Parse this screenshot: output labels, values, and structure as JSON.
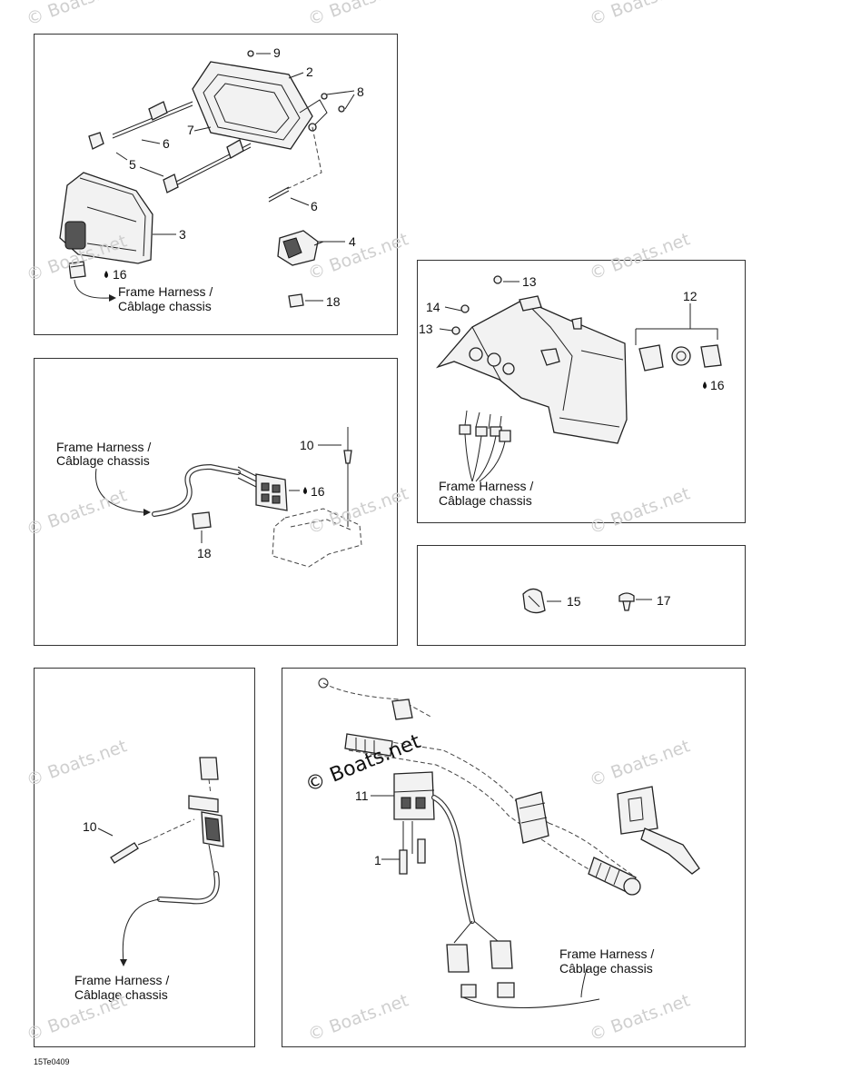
{
  "watermark": "© Boats.net",
  "figure_code": "15Te0409",
  "harness_label_en": "Frame Harness /",
  "harness_label_fr": "Câblage chassis",
  "sealant_mark": "16",
  "callouts": {
    "c1": "1",
    "c2": "2",
    "c3": "3",
    "c4": "4",
    "c5": "5",
    "c6": "6",
    "c7": "7",
    "c8": "8",
    "c9": "9",
    "c10": "10",
    "c11": "11",
    "c12": "12",
    "c13": "13",
    "c14": "14",
    "c15": "15",
    "c17": "17",
    "c18": "18"
  }
}
